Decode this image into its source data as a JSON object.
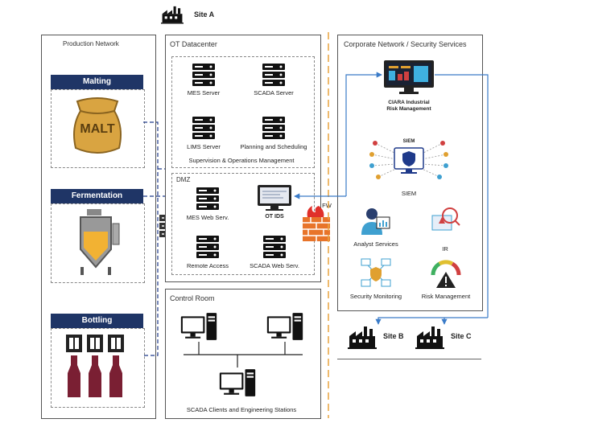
{
  "site_a": "Site A",
  "production": {
    "title": "Production Network",
    "malting": "Malting",
    "malt_text": "MALT",
    "fermentation": "Fermentation",
    "bottling": "Bottling"
  },
  "datacenter": {
    "title": "OT Datacenter",
    "mes_server": "MES Server",
    "scada_server": "SCADA Server",
    "lims_server": "LIMS Server",
    "planning": "Planning and Scheduling",
    "supervision": "Supervision & Operations Management",
    "dmz": "DMZ",
    "mes_web": "MES Web Serv.",
    "ot_ids": "OT IDS",
    "remote_access": "Remote Access",
    "scada_web": "SCADA Web Serv."
  },
  "fw": "FW",
  "control_room": {
    "title": "Control Room",
    "scada_clients": "SCADA Clients and Engineering Stations"
  },
  "corporate": {
    "title": "Corporate Network / Security Services",
    "ciara_line1": "CIARA Industrial",
    "ciara_line2": "Risk Management",
    "siem_top": "SIEM",
    "siem": "SIEM",
    "analyst": "Analyst Services",
    "ir": "IR",
    "security_monitoring": "Security Monitoring",
    "risk_management": "Risk Management"
  },
  "site_b": "Site B",
  "site_c": "Site C"
}
